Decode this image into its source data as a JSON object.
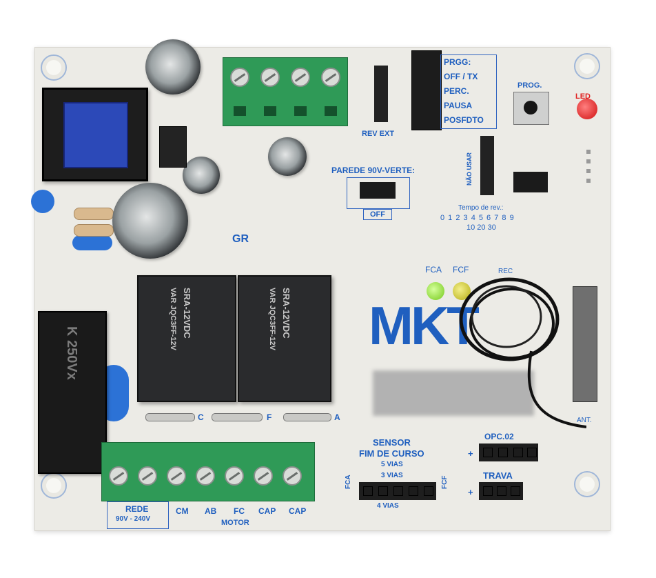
{
  "board": {
    "label_prog_menu": [
      "PRGG:",
      "OFF / TX",
      "PERC.",
      "PAUSA",
      "POSFDTO"
    ],
    "label_rev_ext": "REV EXT",
    "label_prog_button": "PROG.",
    "label_led": "LED",
    "label_parede": "PAREDE 90V-VERTE:",
    "label_off": "OFF",
    "label_nao_usar": "NÃO USAR",
    "label_tempo": "Tempo de rev.:",
    "scale_top": "0 1 2 3 4 5 6 7 8 9",
    "scale_bottom": "10 20 30",
    "label_gr": "GR",
    "label_fca": "FCA",
    "label_fcf": "FCF",
    "label_rec": "REC",
    "logo": "MKT",
    "label_varistor": "K  250Vx",
    "relay_brand": "SRA-12VDC",
    "relay_text": "VAR JQC3FF-12V",
    "fuse_labels": [
      "C",
      "F",
      "A"
    ],
    "terminal_labels": [
      "REDE",
      "90V - 240V",
      "CM",
      "AB",
      "FC",
      "CAP",
      "CAP",
      "MOTOR"
    ],
    "label_sensor": "SENSOR",
    "label_fim_curso": "FIM DE CURSO",
    "label_5vias": "5 VIAS",
    "label_3vias": "3 VIAS",
    "label_4vias": "4 VIAS",
    "label_fca_side": "FCA",
    "label_fcf_side": "FCF",
    "label_opc": "OPC.02",
    "label_trava": "TRAVA",
    "label_ant": "ANT.",
    "plus": "+"
  },
  "colors": {
    "pcb": "#ecebe6",
    "silkscreen": "#1f5fbf",
    "terminal": "#2f9a57",
    "relay": "#2a2b2d",
    "led_red": "#e02020",
    "led_green": "#7ed321",
    "led_yellow": "#c7c219",
    "transformer_coil": "#2c49b8"
  }
}
